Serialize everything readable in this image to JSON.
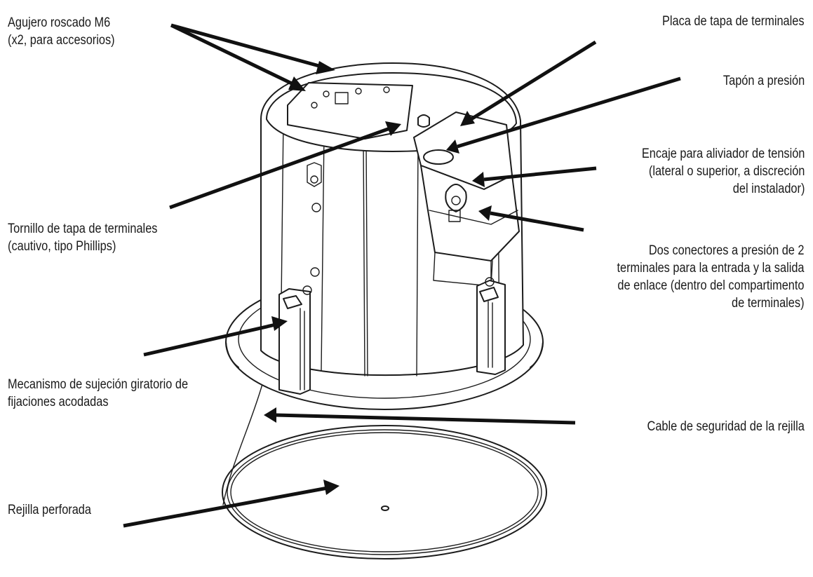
{
  "labels": {
    "m6": {
      "lines": [
        "Agujero roscado M6",
        " (x2, para accesorios)"
      ]
    },
    "tornillo": {
      "lines": [
        "Tornillo de tapa de terminales",
        "(cautivo, tipo Phillips)"
      ]
    },
    "mecanismo": {
      "lines": [
        "Mecanismo de sujeción giratorio de",
        "fijaciones acodadas"
      ]
    },
    "rejilla": {
      "lines": [
        "Rejilla perforada"
      ]
    },
    "placa": {
      "lines": [
        "Placa de tapa de terminales"
      ]
    },
    "tapon": {
      "lines": [
        "Tapón a presión"
      ]
    },
    "encaje": {
      "lines": [
        "Encaje para aliviador de tensión",
        "(lateral o superior, a discreción",
        "del instalador)"
      ]
    },
    "conectores": {
      "lines": [
        "Dos conectores a presión de 2",
        "terminales para la entrada y la salida",
        "de enlace (dentro del compartimento",
        "de terminales)"
      ]
    },
    "cable": {
      "lines": [
        "Cable de seguridad de la rejilla"
      ]
    }
  },
  "colors": {
    "ink": "#1c1c1c",
    "background": "#ffffff"
  }
}
